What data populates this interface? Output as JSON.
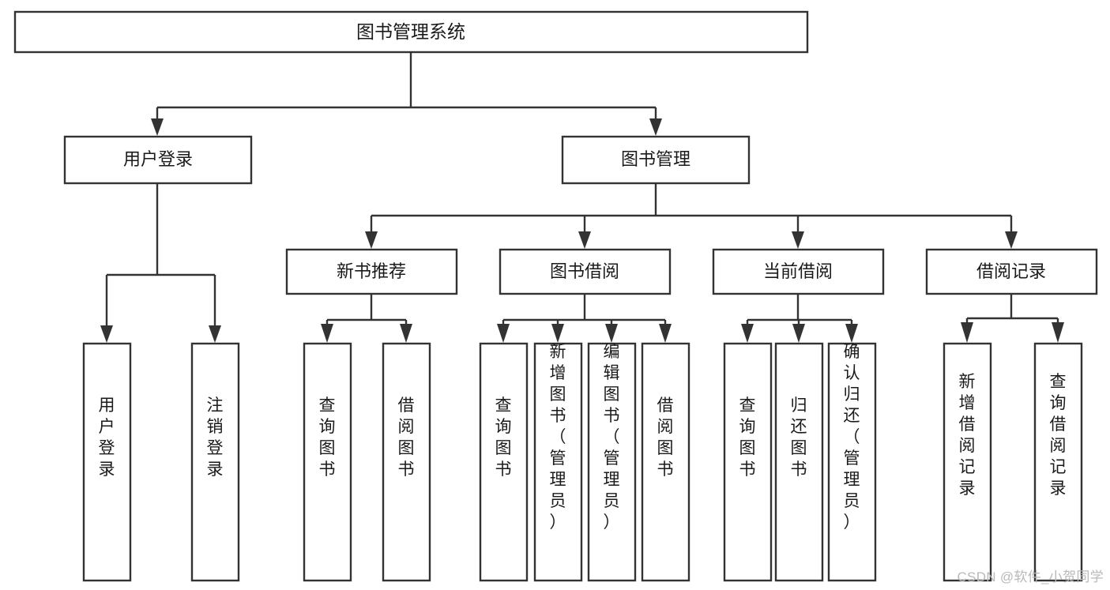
{
  "diagram": {
    "title": "图书管理系统",
    "type": "tree-hierarchy-diagram",
    "orientation": "top-down",
    "colors": {
      "box_stroke": "#333333",
      "box_fill": "#ffffff",
      "text": "#1a1a1a",
      "connector": "#333333",
      "watermark": "#b9b9b9",
      "background": "#ffffff"
    },
    "root": {
      "label": "图书管理系统"
    },
    "level2": [
      {
        "label": "用户登录"
      },
      {
        "label": "图书管理"
      }
    ],
    "level3": [
      {
        "label": "新书推荐"
      },
      {
        "label": "图书借阅"
      },
      {
        "label": "当前借阅"
      },
      {
        "label": "借阅记录"
      }
    ],
    "leaves": {
      "user_login": [
        {
          "label": "用户登录"
        },
        {
          "label": "注销登录"
        }
      ],
      "new_book_recommend": [
        {
          "label": "查询图书"
        },
        {
          "label": "借阅图书"
        }
      ],
      "book_borrow": [
        {
          "label": "查询图书"
        },
        {
          "label": "新增图书（管理员）"
        },
        {
          "label": "编辑图书（管理员）"
        },
        {
          "label": "借阅图书"
        }
      ],
      "current_borrow": [
        {
          "label": "查询图书"
        },
        {
          "label": "归还图书"
        },
        {
          "label": "确认归还（管理员）"
        }
      ],
      "borrow_record": [
        {
          "label": "新增借阅记录"
        },
        {
          "label": "查询借阅记录"
        }
      ]
    }
  },
  "watermark": {
    "text": "CSDN @软件_小贺同学"
  }
}
